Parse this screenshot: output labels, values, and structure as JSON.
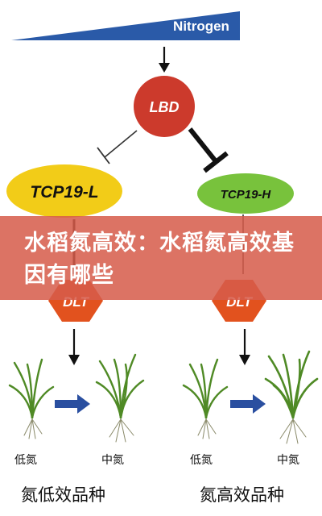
{
  "diagram": {
    "nitrogen_label": "Nitrogen",
    "nodes": {
      "lbd": "LBD",
      "tcp_l": "TCP19-L",
      "tcp_h": "TCP19-H",
      "dlt_left": "DLT",
      "dlt_right": "DLT"
    },
    "plant_labels": {
      "left_low": "低氮",
      "left_mid": "中氮",
      "right_low": "低氮",
      "right_mid": "中氮"
    },
    "captions": {
      "left": "氮低效品种",
      "right": "氮高效品种"
    },
    "colors": {
      "nitrogen_wedge": "#2a5aa8",
      "lbd": "#cc3a2c",
      "tcp_l": "#f2cc18",
      "tcp_h": "#78c23c",
      "dlt": "#e2521e",
      "blue_arrow": "#2a4fa0"
    }
  },
  "overlay": {
    "title": "水稻氮高效：水稻氮高效基因有哪些"
  }
}
